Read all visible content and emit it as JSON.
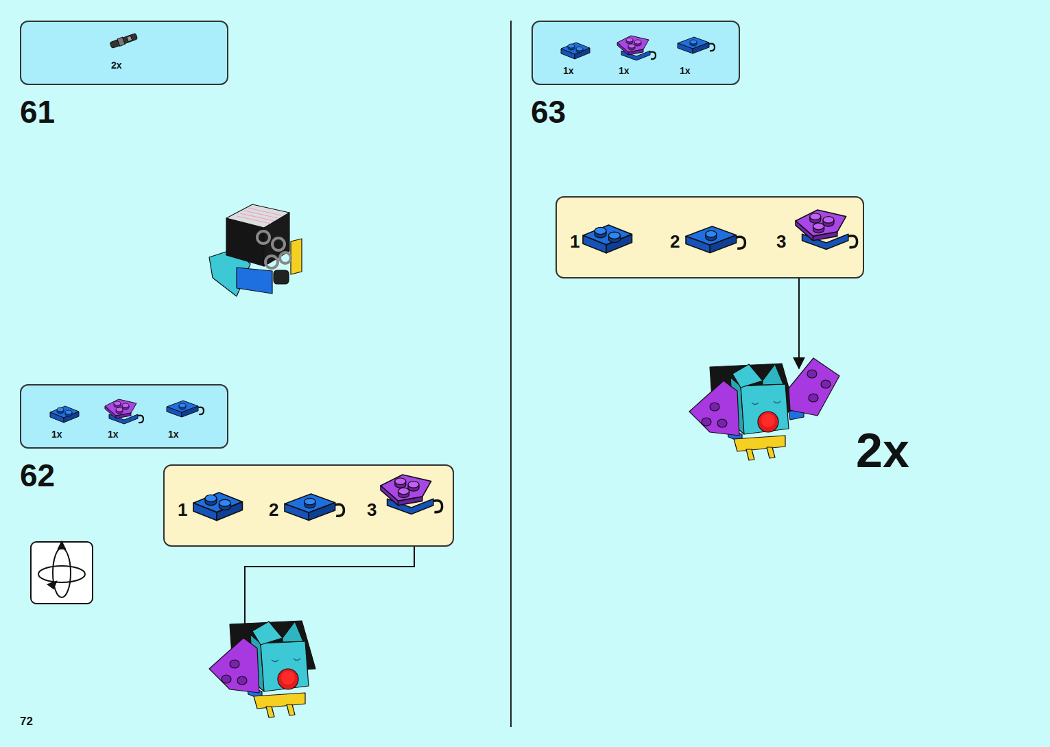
{
  "diagram": {
    "nodes": [
      {
        "text": [
          "2x"
        ]
      },
      {
        "text": [
          "1x",
          "1x",
          "1x"
        ]
      },
      {
        "text": [
          "1",
          "2",
          "3"
        ]
      },
      {
        "text": [
          "1x",
          "1x",
          "1x"
        ]
      },
      {
        "text": [
          "1",
          "2",
          "3"
        ]
      }
    ],
    "labels": [
      "61",
      "62",
      "72",
      "63",
      "2x"
    ]
  }
}
